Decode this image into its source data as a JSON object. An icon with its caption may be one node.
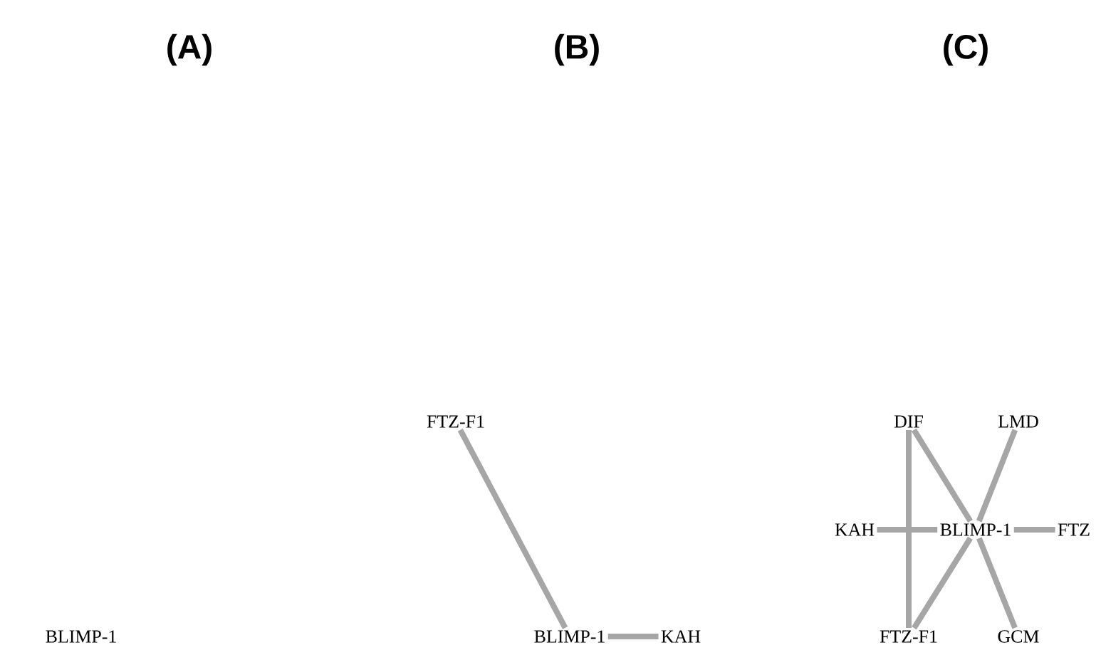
{
  "diagram": {
    "nodes": [
      {
        "text": [
          "BLIMP-1"
        ]
      },
      {
        "text": [
          "FTZ-F1"
        ]
      },
      {
        "text": [
          "BLIMP-1"
        ]
      },
      {
        "text": [
          "KAH"
        ]
      },
      {
        "text": [
          "DIF"
        ]
      },
      {
        "text": [
          "LMD"
        ]
      },
      {
        "text": [
          "KAH"
        ]
      },
      {
        "text": [
          "BLIMP-1"
        ]
      },
      {
        "text": [
          "FTZ"
        ]
      },
      {
        "text": [
          "FTZ-F1"
        ]
      },
      {
        "text": [
          "GCM"
        ]
      }
    ],
    "edges": [
      {
        "from": 1,
        "to": 2,
        "arrow": "none"
      },
      {
        "from": 2,
        "to": 3,
        "arrow": "none"
      },
      {
        "from": 7,
        "to": 4,
        "arrow": "none"
      },
      {
        "from": 7,
        "to": 5,
        "arrow": "none"
      },
      {
        "from": 7,
        "to": 6,
        "arrow": "none"
      },
      {
        "from": 7,
        "to": 8,
        "arrow": "none"
      },
      {
        "from": 7,
        "to": 9,
        "arrow": "none"
      },
      {
        "from": 7,
        "to": 10,
        "arrow": "none"
      },
      {
        "from": 4,
        "to": 9,
        "arrow": "none"
      }
    ],
    "labels": [
      "(A)",
      "(B)",
      "(C)"
    ]
  }
}
